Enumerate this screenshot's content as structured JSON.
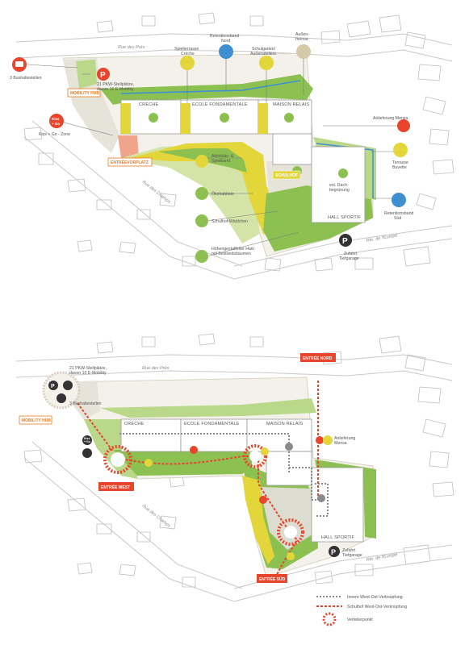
{
  "colors": {
    "green": "#8cc152",
    "darkgreen": "#5a9a3a",
    "yellow": "#e2d63a",
    "orange": "#e87a1e",
    "red": "#e8452c",
    "blue": "#3d8fd1",
    "grey": "#8a8a8a",
    "black": "#333333"
  },
  "top": {
    "roads": {
      "north": "Rue des Prés",
      "west": "Rue des Champs",
      "south": "Rte. de l'Europe"
    },
    "buildings": {
      "creche": "CRÈCHE",
      "ecole": "ECOLE FONDAMENTALE",
      "maison": "MAISON RELAIS",
      "hall": "HALL SPORTIF"
    },
    "tags": {
      "mobility": "MOBILITY HUB",
      "entree": "ENTRÉEVORPLATZ",
      "schulhof": "SCHULHOF"
    },
    "callouts": {
      "bus": "3 Bushaltestellen",
      "parking_l1": "21 PKW-Stellplätze,",
      "parking_l2": "davon 10 E-Mobility",
      "kiss_l1": "Kiss",
      "kiss_l2": "+ Go",
      "kiss_text": "Kiss + Go - Zone",
      "retention_nord_l1": "Retentionsband",
      "retention_nord_l2": "Nord",
      "spiel_l1": "Spielterrasse",
      "spiel_l2": "Crèche",
      "schulgarten_l1": "Schulgarten/",
      "schulgarten_l2": "Außenateliers",
      "aussen_l1": "Außen-",
      "aussen_l2": "mensa",
      "anlieferung": "Anlieferung Mensa",
      "terrasse_l1": "Terrasse",
      "terrasse_l2": "Buvette",
      "aktiv_l1": "Aktivitäts- &",
      "aktiv_l2": "Spielband",
      "dach_l1": "ext. Dach-",
      "dach_l2": "begrünung",
      "oeko": "Ökohabitate",
      "retention_sued_l1": "Retentionsband",
      "retention_sued_l2": "Süd",
      "waeldchen": "Schulhof-Wäldchen",
      "zufahrt_l1": "Zufahrt",
      "zufahrt_l2": "Tiefgarage",
      "hoehen_l1": "Höhengestaffelter Hain",
      "hoehen_l2": "mit Bestandsbäumen"
    },
    "parking_letter": "P"
  },
  "bottom": {
    "roads": {
      "north": "Rue des Prés",
      "west": "Rue des Champs",
      "south": "Rte. de l'Europe"
    },
    "buildings": {
      "creche": "CRÈCHE",
      "ecole": "ECOLE FONDAMENTALE",
      "maison": "MAISON RELAIS",
      "hall": "HALL SPORTIF"
    },
    "tags": {
      "mobility": "MOBILITY HUB",
      "nord": "ENTRÉE NORD",
      "west": "ENTRÉE WEST",
      "sud": "ENTRÉE SÜD"
    },
    "callouts": {
      "parking_l1": "21 PKW-Stellplätze,",
      "parking_l2": "davon 10 E-Mobility",
      "bus": "3 Bushaltestellen",
      "anlieferung_l1": "Anlieferung",
      "anlieferung_l2": "Mensa",
      "zufahrt_l1": "Zufahrt",
      "zufahrt_l2": "Tiefgarage",
      "kiss_l1": "Kiss",
      "kiss_l2": "+ Go"
    },
    "legend": {
      "inner": "Innere West-Ost-Verknüpfung",
      "schulhof": "Schulhof West-Ost-Verknüpfung",
      "verteiler": "Verteilerpunkt"
    },
    "parking_letter": "P"
  }
}
